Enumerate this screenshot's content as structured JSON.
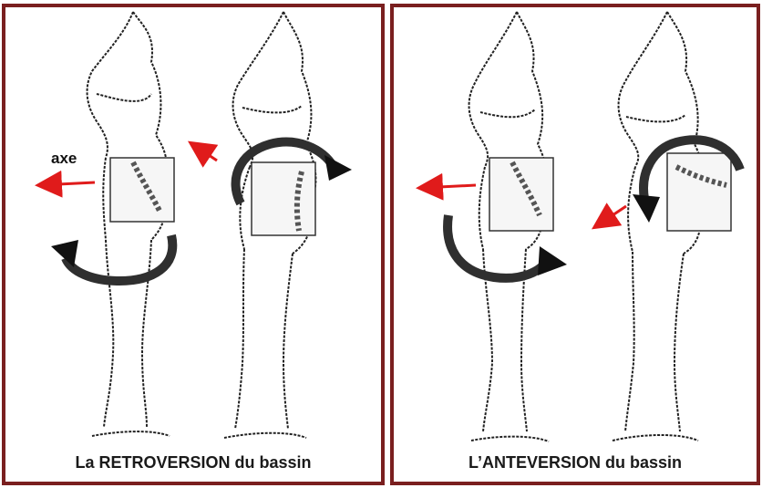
{
  "left_panel": {
    "axis_label": "axe",
    "caption": "La RETROVERSION du bassin"
  },
  "right_panel": {
    "caption": "L’ANTEVERSION du bassin"
  },
  "colors": {
    "frame": "#7a1f1f",
    "arrow_red": "#e01b1b",
    "rotation_arrow": "#2f2f2f"
  }
}
